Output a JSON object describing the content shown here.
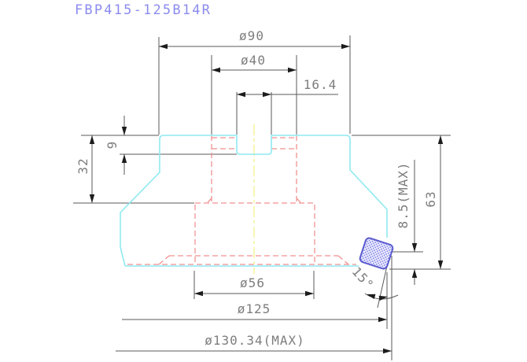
{
  "title": "FBP415-125B14R",
  "drawing": {
    "labels": {
      "dia90": "ø90",
      "dia40": "ø40",
      "width164": "16.4",
      "depth9": "9",
      "depth32": "32",
      "height63": "63",
      "max85": "8.5(MAX)",
      "angle15": "15°",
      "dia56": "ø56",
      "dia125": "ø125",
      "dia13034": "ø130.34(MAX)"
    },
    "colors": {
      "title": "#8b8bef",
      "outline": "#8fe9f2",
      "hidden_lines": "#f19191",
      "centerline": "#f3ef82",
      "insert_fill": "#9a9aef",
      "insert_border": "#5c5cd0",
      "dimension_lines": "#5a5a5a",
      "dimension_text": "#7d7d7d"
    }
  }
}
